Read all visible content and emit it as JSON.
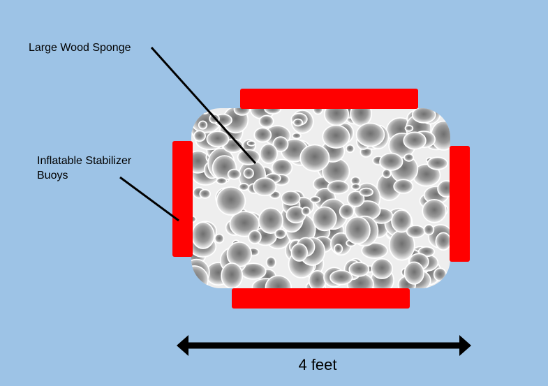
{
  "labels": {
    "sponge": "Large Wood Sponge",
    "buoys_line1": "Inflatable Stabilizer",
    "buoys_line2": "Buoys",
    "scale": "4 feet"
  },
  "colors": {
    "background": "#9dc3e6",
    "buoy": "#ff0000",
    "sponge_base": "#eeeeee",
    "sponge_cell": "#7a7a7a",
    "arrow": "#000000",
    "leader_line": "#000000"
  },
  "icons": {
    "scale_arrow": "double-headed-arrow"
  }
}
